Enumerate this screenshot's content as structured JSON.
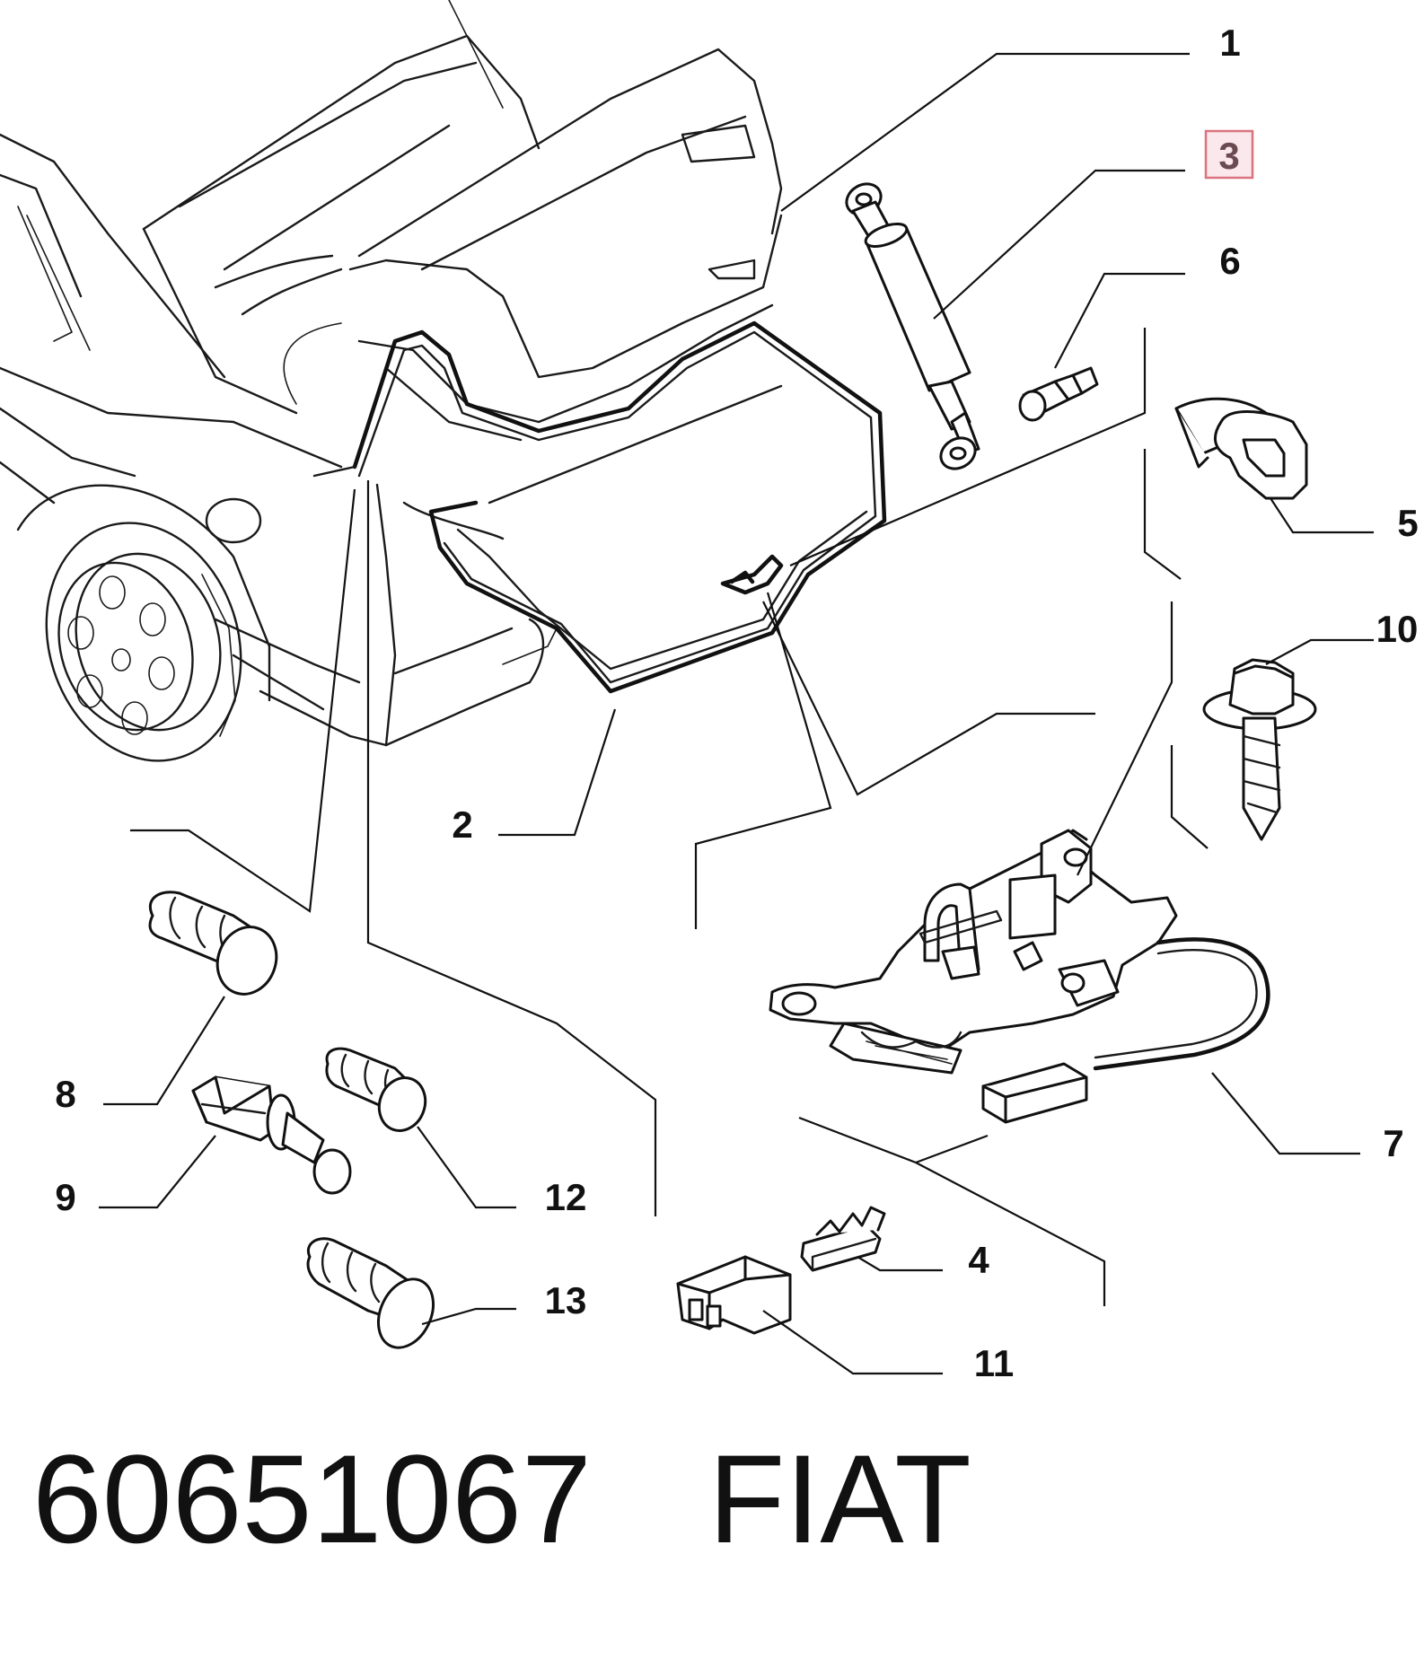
{
  "callouts": {
    "c1": "1",
    "c2": "2",
    "c3": "3",
    "c4": "4",
    "c5": "5",
    "c6": "6",
    "c7": "7",
    "c8": "8",
    "c9": "9",
    "c10": "10",
    "c11": "11",
    "c12": "12",
    "c13": "13"
  },
  "highlighted_callout": "3",
  "footer": {
    "part_number": "60651067",
    "brand": "FIAT"
  },
  "colors": {
    "highlight_fill": "#fbe8ec",
    "highlight_border": "#d9737f",
    "highlight_text": "#6b4b52",
    "line": "#111111"
  }
}
